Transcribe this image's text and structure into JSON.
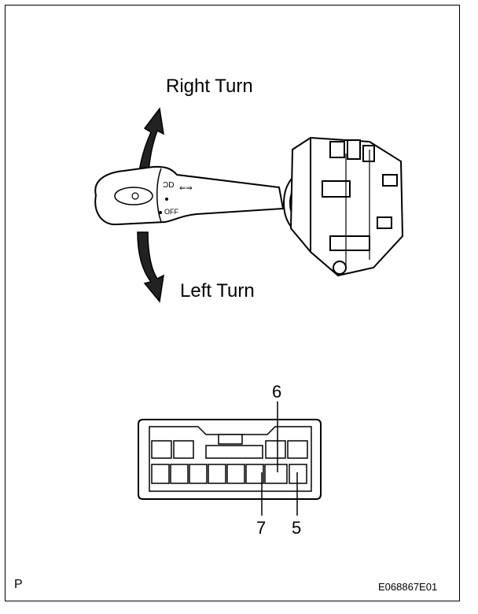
{
  "labels": {
    "right_turn": "Right Turn",
    "left_turn": "Left Turn",
    "corner_letter": "P",
    "figure_code": "E068867E01"
  },
  "switch_marks": {
    "off": "OFF"
  },
  "connector": {
    "pin_labels": {
      "pin6": "6",
      "pin7": "7",
      "pin5": "5"
    }
  }
}
